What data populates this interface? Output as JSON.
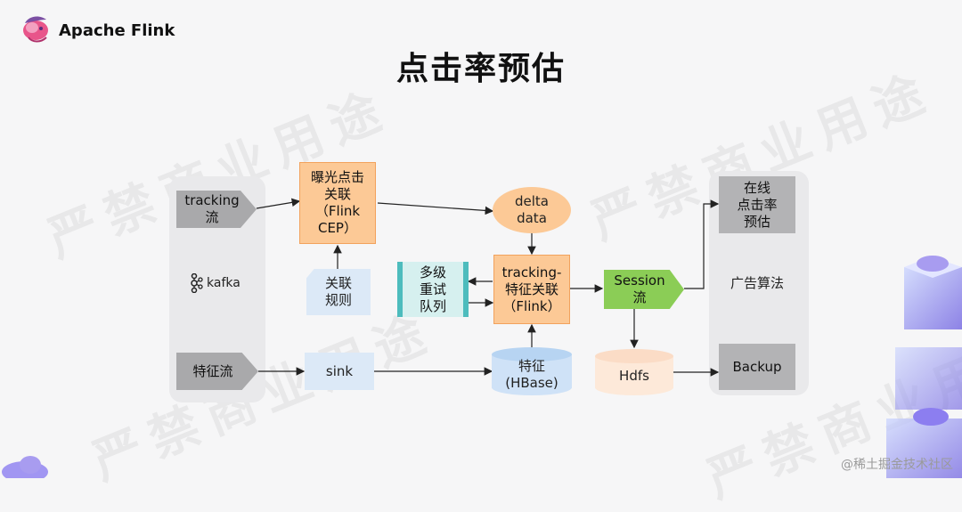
{
  "header": {
    "brand": "Apache Flink",
    "title": "点击率预估"
  },
  "watermark": "严禁商业用途",
  "credit": "@稀土掘金技术社区",
  "colors": {
    "source_gray": "#a9a9ab",
    "flink_orange": "#fcc996",
    "pale_blue": "#dce9f7",
    "retry_teal": "#d6f0ef",
    "session_green": "#8bcd56",
    "output_gray": "#b3b3b5",
    "hdfs_peach": "#fde9d9"
  },
  "nodes": {
    "tracking_stream": "tracking\n流",
    "kafka": "kafka",
    "feature_stream": "特征流",
    "cep_join": "曝光点击\n关联\n（Flink\nCEP）",
    "join_rules": "关联\n规则",
    "sink": "sink",
    "delta_data": "delta\ndata",
    "retry_queue": "多级\n重试\n队列",
    "tracking_feature_join": "tracking-\n特征关联\n（Flink）",
    "feature_hbase": "特征\n(HBase)",
    "session_stream": "Session\n流",
    "hdfs": "Hdfs",
    "online_ctr": "在线\n点击率\n预估",
    "ad_algorithm": "广告算法",
    "backup": "Backup"
  }
}
